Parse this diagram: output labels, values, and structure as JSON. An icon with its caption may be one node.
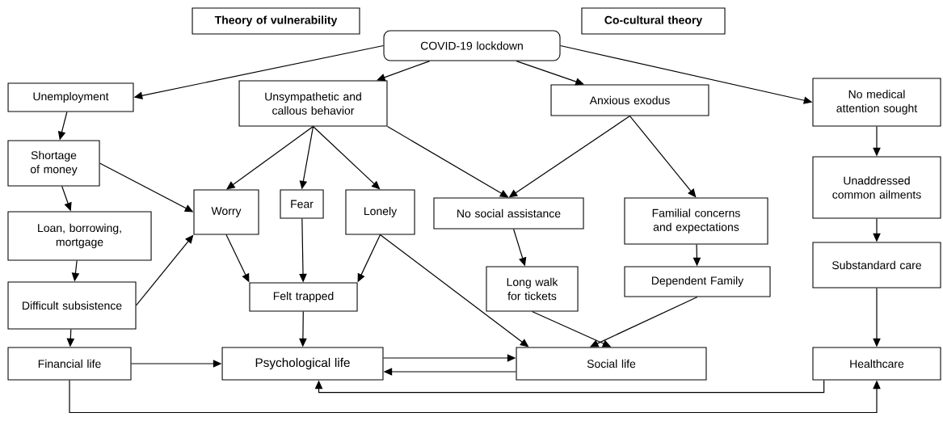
{
  "diagram": {
    "nodes": [
      {
        "text": [
          "Theory of vulnerability"
        ]
      },
      {
        "text": [
          "Co-cultural theory"
        ]
      },
      {
        "text": [
          "COVID-19 lockdown"
        ]
      },
      {
        "text": [
          "Unemployment"
        ]
      },
      {
        "text": [
          "Unsympathetic and callous behavior"
        ]
      },
      {
        "text": [
          "Anxious exodus"
        ]
      },
      {
        "text": [
          "No medical attention sought"
        ]
      },
      {
        "text": [
          "Shortage of money"
        ]
      },
      {
        "text": [
          "Worry"
        ]
      },
      {
        "text": [
          "Fear"
        ]
      },
      {
        "text": [
          "Lonely"
        ]
      },
      {
        "text": [
          "No social assistance"
        ]
      },
      {
        "text": [
          "Familial concerns and expectations"
        ]
      },
      {
        "text": [
          "Unaddressed common ailments"
        ]
      },
      {
        "text": [
          "Loan, borrowing, mortgage"
        ]
      },
      {
        "text": [
          "Substandard care"
        ]
      },
      {
        "text": [
          "Long walk for tickets"
        ]
      },
      {
        "text": [
          "Dependent Family"
        ]
      },
      {
        "text": [
          "Difficult subsistence"
        ]
      },
      {
        "text": [
          "Felt trapped"
        ]
      },
      {
        "text": [
          "Financial life"
        ]
      },
      {
        "text": [
          "Psychological life"
        ]
      },
      {
        "text": [
          "Social life"
        ]
      },
      {
        "text": [
          "Healthcare"
        ]
      }
    ],
    "edges": [
      {
        "from": 2,
        "to": 3,
        "arrow": "to"
      },
      {
        "from": 2,
        "to": 4,
        "arrow": "to"
      },
      {
        "from": 2,
        "to": 5,
        "arrow": "to"
      },
      {
        "from": 2,
        "to": 6,
        "arrow": "to"
      },
      {
        "from": 3,
        "to": 7,
        "arrow": "to"
      },
      {
        "from": 7,
        "to": 14,
        "arrow": "to"
      },
      {
        "from": 14,
        "to": 18,
        "arrow": "to"
      },
      {
        "from": 18,
        "to": 20,
        "arrow": "to"
      },
      {
        "from": 7,
        "to": 8,
        "arrow": "to"
      },
      {
        "from": 18,
        "to": 8,
        "arrow": "to"
      },
      {
        "from": 4,
        "to": 8,
        "arrow": "to"
      },
      {
        "from": 4,
        "to": 9,
        "arrow": "to"
      },
      {
        "from": 4,
        "to": 10,
        "arrow": "to"
      },
      {
        "from": 4,
        "to": 11,
        "arrow": "to"
      },
      {
        "from": 5,
        "to": 11,
        "arrow": "to"
      },
      {
        "from": 5,
        "to": 12,
        "arrow": "to"
      },
      {
        "from": 8,
        "to": 19,
        "arrow": "to"
      },
      {
        "from": 9,
        "to": 19,
        "arrow": "to"
      },
      {
        "from": 10,
        "to": 19,
        "arrow": "to"
      },
      {
        "from": 10,
        "to": 22,
        "arrow": "to"
      },
      {
        "from": 11,
        "to": 16,
        "arrow": "to"
      },
      {
        "from": 12,
        "to": 17,
        "arrow": "to"
      },
      {
        "from": 16,
        "to": 22,
        "arrow": "to"
      },
      {
        "from": 17,
        "to": 22,
        "arrow": "to"
      },
      {
        "from": 19,
        "to": 21,
        "arrow": "to"
      },
      {
        "from": 20,
        "to": 21,
        "arrow": "to"
      },
      {
        "from": 21,
        "to": 22,
        "arrow": "to"
      },
      {
        "from": 22,
        "to": 21,
        "arrow": "to"
      },
      {
        "from": 6,
        "to": 13,
        "arrow": "to"
      },
      {
        "from": 13,
        "to": 15,
        "arrow": "to"
      },
      {
        "from": 15,
        "to": 23,
        "arrow": "to"
      },
      {
        "from": 20,
        "to": 23,
        "arrow": "to"
      },
      {
        "from": 23,
        "to": 21,
        "arrow": "to"
      }
    ]
  }
}
